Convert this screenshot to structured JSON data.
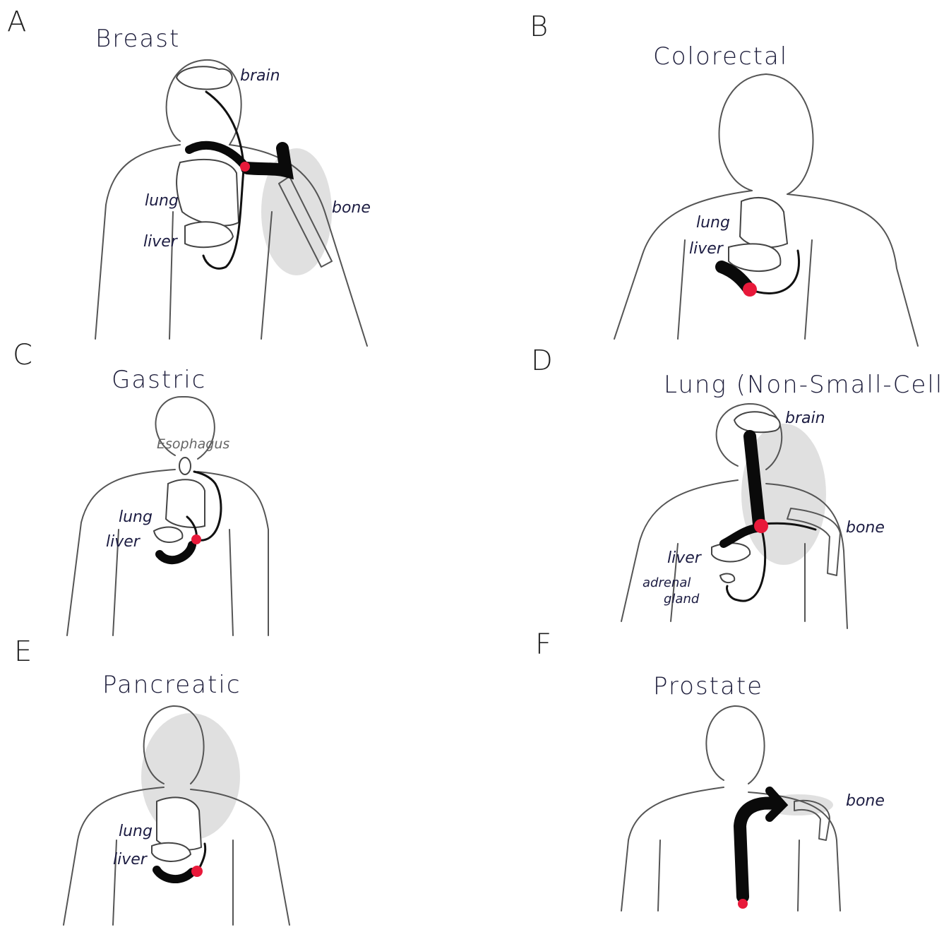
{
  "panels": {
    "a": {
      "letter": "A",
      "title": "Breast",
      "labels": [
        "brain",
        "lung",
        "liver",
        "bone"
      ]
    },
    "b": {
      "letter": "B",
      "title": "Colorectal",
      "labels": [
        "lung",
        "liver"
      ]
    },
    "c": {
      "letter": "C",
      "title": "Gastric",
      "labels": [
        "Esophagus",
        "lung",
        "liver"
      ]
    },
    "d": {
      "letter": "D",
      "title": "Lung (Non-Small-Cell)",
      "labels": [
        "brain",
        "bone",
        "liver",
        "adrenal",
        "gland"
      ]
    },
    "e": {
      "letter": "E",
      "title": "Pancreatic",
      "labels": [
        "lung",
        "liver"
      ]
    },
    "f": {
      "letter": "F",
      "title": "Prostate",
      "labels": [
        "bone"
      ]
    }
  },
  "colors": {
    "tumor": "#e8193a",
    "arrow": "#0a0a0a",
    "outline": "#555555"
  }
}
